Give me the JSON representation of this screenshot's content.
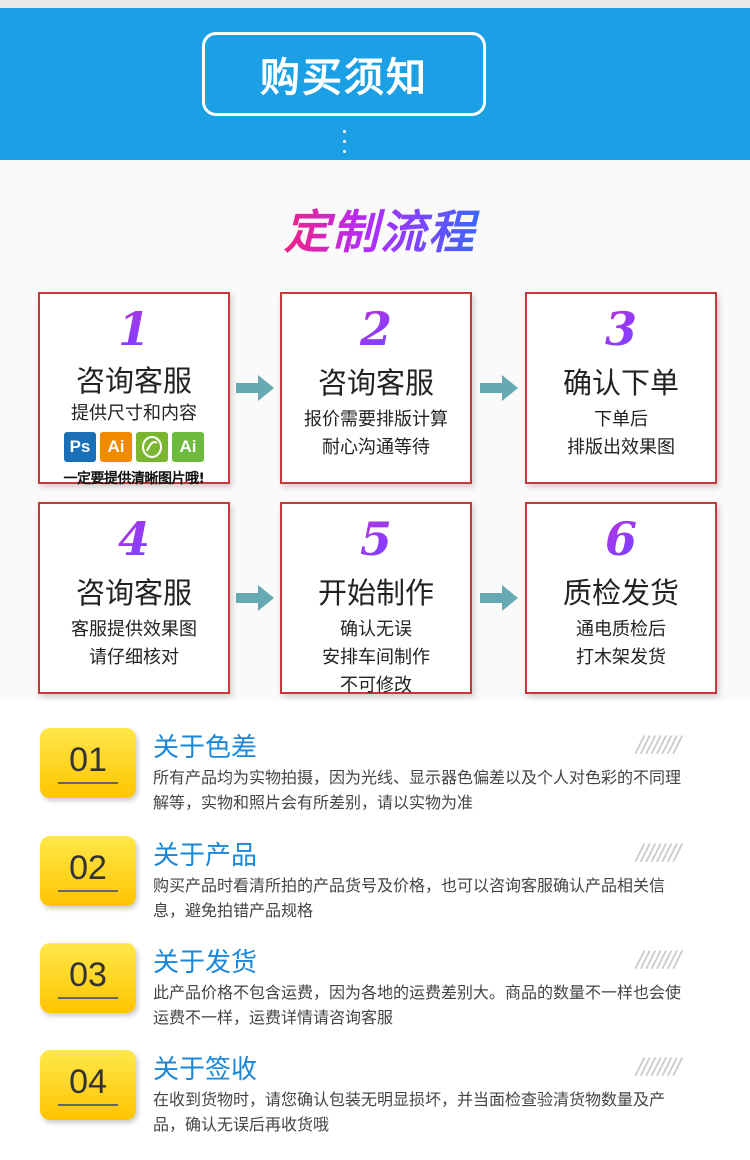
{
  "header": {
    "title": "购买须知"
  },
  "flow": {
    "title": "定制流程",
    "steps": [
      {
        "num": "1",
        "head": "咨询客服",
        "lines": [
          "提供尺寸和内容"
        ],
        "icons": [
          "Ps",
          "Ai",
          "Cdr",
          "Ai"
        ],
        "note": "一定要提供清晰图片哦!"
      },
      {
        "num": "2",
        "head": "咨询客服",
        "lines": [
          "报价需要排版计算",
          "耐心沟通等待"
        ]
      },
      {
        "num": "3",
        "head": "确认下单",
        "lines": [
          "下单后",
          "排版出效果图"
        ]
      },
      {
        "num": "4",
        "head": "咨询客服",
        "lines": [
          "客服提供效果图",
          "请仔细核对"
        ]
      },
      {
        "num": "5",
        "head": "开始制作",
        "lines": [
          "确认无误",
          "安排车间制作",
          "不可修改"
        ]
      },
      {
        "num": "6",
        "head": "质检发货",
        "lines": [
          "通电质检后",
          "打木架发货"
        ]
      }
    ]
  },
  "icon_colors": {
    "ps": "#1b6fb7",
    "ai": "#f08a00",
    "cdr": "#7ab631",
    "ai2": "#6cbb3c"
  },
  "notices": [
    {
      "num": "01",
      "title": "关于色差",
      "deco": "////////",
      "text": "所有产品均为实物拍摄，因为光线、显示器色偏差以及个人对色彩的不同理解等，实物和照片会有所差别，请以实物为准"
    },
    {
      "num": "02",
      "title": "关于产品",
      "deco": "////////",
      "text": "购买产品时看清所拍的产品货号及价格，也可以咨询客服确认产品相关信息，避免拍错产品规格"
    },
    {
      "num": "03",
      "title": "关于发货",
      "deco": "////////",
      "text": "此产品价格不包含运费，因为各地的运费差别大。商品的数量不一样也会使运费不一样，运费详情请咨询客服"
    },
    {
      "num": "04",
      "title": "关于签收",
      "deco": "////////",
      "text": "在收到货物时，请您确认包装无明显损坏，并当面检查验清货物数量及产品，确认无误后再收货哦"
    }
  ]
}
